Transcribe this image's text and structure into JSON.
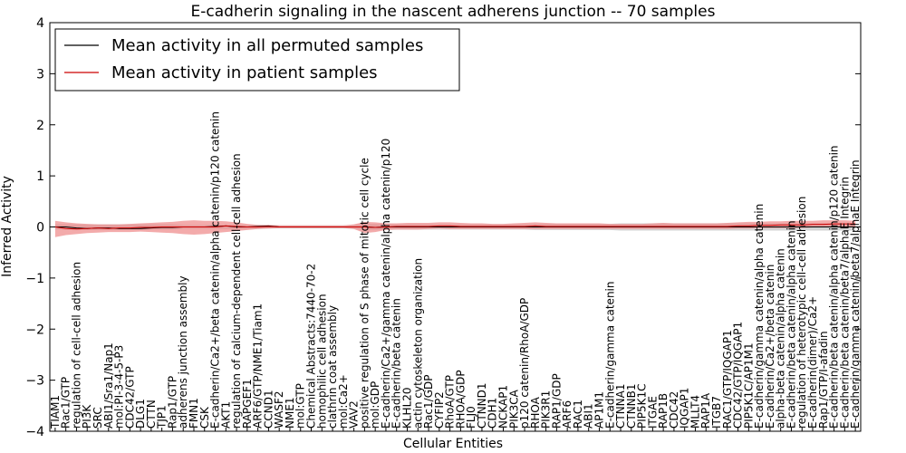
{
  "chart_data": {
    "type": "line",
    "title": "E-cadherin signaling in the nascent adherens junction -- 70 samples",
    "xlabel": "Cellular Entities",
    "ylabel": "Inferred Activity",
    "ylim": [
      -4,
      4
    ],
    "yticks": [
      "4",
      "3",
      "2",
      "1",
      "0",
      "−1",
      "−2",
      "−3",
      "−4"
    ],
    "grid": false,
    "legend": {
      "placement": "top-left"
    },
    "categories": [
      "TIAM1",
      "Rac1/GTP",
      "regulation of cell-cell adhesion",
      "PI3K",
      "SRC",
      "ABI1/Sra1/Nap1",
      "mol:PI-3-4-5-P3",
      "CDC42/GTP",
      "DLG1",
      "CTTN",
      "TJP1",
      "Rap1/GTP",
      "adherens junction assembly",
      "FMN1",
      "CSK",
      "E-cadherin/Ca2+/beta catenin/alpha catenin/p120 catenin",
      "AKT1",
      "regulation of calcium-dependent cell-cell adhesion",
      "RAPGEF1",
      "ARF6/GTP/NME1/Tiam1",
      "CCND1",
      "WASF2",
      "NME1",
      "mol:GTP",
      "Chemical Abstracts:7440-70-2",
      "homophilic cell adhesion",
      "clathrin coat assembly",
      "mol:Ca2+",
      "VAV2",
      "positive regulation of S phase of mitotic cell cycle",
      "mol:GDP",
      "E-cadherin/Ca2+/gamma catenin/alpha catenin/p120",
      "E-cadherin/beta catenin",
      "KLHL20",
      "actin cytoskeleton organization",
      "Rac1/GDP",
      "CYFIP2",
      "RhoA/GTP",
      "RHOA/GDP",
      "FLJ0",
      "CTNND1",
      "CDH1",
      "NCKAP1",
      "PIK3CA",
      "p120 catenin/RhoA/GDP",
      "RHOA",
      "PIK3R1",
      "RAP1/GDP",
      "ARF6",
      "RAC1",
      "ABI1",
      "AP1M1",
      "E-cadherin/gamma catenin",
      "CTNNA1",
      "CTNNB1",
      "PIP5K1C",
      "ITGAE",
      "RAP1B",
      "CDC42",
      "IQGAP1",
      "MLLT4",
      "RAP1A",
      "ITGB7",
      "RAC1/GTP/IQGAP1",
      "CDC42/GTP/IQGAP1",
      "PIP5K1C/AP1M1",
      "E-cadherin/gamma catenin/alpha catenin",
      "E-cadherin/Ca2+/beta catenin",
      "alpha-beta catenin/alpha catenin",
      "E-cadherin/beta catenin/alpha catenin",
      "regulation of heterotypic cell-cell adhesion",
      "E-cadherin(dimer)/Ca2+",
      "Rap1/GTP/I-afadin",
      "E-cadherin/beta catenin/alpha catenin/p120 catenin",
      "E-cadherin/beta catenin/beta7/alphaE Integrin",
      "E-cadherin/gamma catenin/beta7/alphaE Integrin"
    ],
    "series": [
      {
        "name": "Mean activity in all permuted samples",
        "color": "#000000",
        "values": [
          0,
          0,
          -0.02,
          -0.03,
          -0.02,
          -0.02,
          -0.03,
          -0.03,
          -0.03,
          -0.02,
          -0.01,
          -0.01,
          0,
          0,
          0,
          0.01,
          0.02,
          0,
          0,
          0.01,
          0.02,
          0,
          0,
          0,
          0,
          0,
          0,
          0,
          0,
          0,
          -0.01,
          0,
          0,
          0,
          0,
          0,
          0,
          0,
          0,
          0,
          0,
          0,
          0,
          0,
          0,
          0,
          0,
          0,
          0,
          0,
          0,
          0,
          0,
          0,
          0,
          0,
          0,
          0,
          0,
          0,
          0,
          0,
          0,
          0,
          0,
          0,
          0,
          0,
          0,
          0,
          0,
          0,
          0,
          0,
          0,
          0
        ],
        "band": {
          "color": "#b0b0b0",
          "lower": [
            -0.05,
            -0.05,
            -0.06,
            -0.06,
            -0.06,
            -0.06,
            -0.06,
            -0.06,
            -0.06,
            -0.05,
            -0.05,
            -0.05,
            -0.04,
            -0.04,
            -0.04,
            -0.04,
            -0.04,
            -0.04,
            -0.04,
            -0.04,
            -0.03,
            -0.03,
            -0.03,
            -0.03,
            -0.03,
            -0.03,
            -0.03,
            -0.03,
            -0.04,
            -0.06,
            -0.06,
            -0.05,
            -0.05,
            -0.05,
            -0.05,
            -0.05,
            -0.05,
            -0.05,
            -0.05,
            -0.05,
            -0.05,
            -0.05,
            -0.05,
            -0.05,
            -0.05,
            -0.06,
            -0.06,
            -0.06,
            -0.06,
            -0.06,
            -0.06,
            -0.06,
            -0.06,
            -0.07,
            -0.07,
            -0.07,
            -0.07,
            -0.07,
            -0.07,
            -0.07,
            -0.07,
            -0.07,
            -0.07,
            -0.07,
            -0.07,
            -0.07,
            -0.07,
            -0.07,
            -0.07,
            -0.07,
            -0.07,
            -0.07,
            -0.07,
            -0.07,
            -0.07,
            -0.07
          ],
          "upper": [
            0.05,
            0.05,
            0.05,
            0.05,
            0.05,
            0.05,
            0.05,
            0.05,
            0.05,
            0.05,
            0.05,
            0.05,
            0.04,
            0.04,
            0.04,
            0.04,
            0.04,
            0.04,
            0.04,
            0.04,
            0.03,
            0.03,
            0.03,
            0.03,
            0.03,
            0.03,
            0.03,
            0.03,
            0.04,
            0.06,
            0.06,
            0.05,
            0.05,
            0.05,
            0.05,
            0.05,
            0.05,
            0.05,
            0.05,
            0.05,
            0.05,
            0.05,
            0.05,
            0.05,
            0.05,
            0.06,
            0.06,
            0.06,
            0.06,
            0.06,
            0.06,
            0.06,
            0.06,
            0.07,
            0.07,
            0.07,
            0.07,
            0.07,
            0.07,
            0.07,
            0.07,
            0.07,
            0.07,
            0.07,
            0.07,
            0.07,
            0.07,
            0.07,
            0.07,
            0.07,
            0.07,
            0.07,
            0.07,
            0.07,
            0.07,
            0.07
          ]
        }
      },
      {
        "name": "Mean activity in patient samples",
        "color": "#cc0000",
        "values": [
          0,
          -0.03,
          -0.04,
          -0.03,
          -0.02,
          -0.03,
          -0.02,
          -0.02,
          -0.01,
          -0.01,
          0,
          0,
          0,
          0,
          0,
          0,
          0.02,
          0.01,
          0,
          0,
          0.01,
          0,
          0,
          0,
          0,
          0,
          0,
          0,
          0,
          0,
          -0.01,
          0,
          0.01,
          0.01,
          0.01,
          0.01,
          0.02,
          0.02,
          0.01,
          0.01,
          0.01,
          0.01,
          0.01,
          0.01,
          0.01,
          0.02,
          0.01,
          0.01,
          0.01,
          0.01,
          0.01,
          0.01,
          0.01,
          0.01,
          0.01,
          0.01,
          0.01,
          0.01,
          0.01,
          0.01,
          0.01,
          0.01,
          0.01,
          0.01,
          0.02,
          0.02,
          0.03,
          0.03,
          0.04,
          0.04,
          0.04,
          0.05,
          0.05,
          0.06,
          0.06,
          0.06
        ],
        "band": {
          "color": "#ee8888",
          "lower": [
            -0.2,
            -0.16,
            -0.14,
            -0.12,
            -0.11,
            -0.1,
            -0.1,
            -0.1,
            -0.09,
            -0.1,
            -0.11,
            -0.12,
            -0.14,
            -0.15,
            -0.14,
            -0.12,
            -0.1,
            -0.08,
            -0.06,
            -0.04,
            -0.03,
            -0.02,
            -0.02,
            -0.02,
            -0.02,
            -0.02,
            -0.02,
            -0.02,
            -0.04,
            -0.12,
            -0.1,
            -0.06,
            -0.05,
            -0.05,
            -0.05,
            -0.04,
            -0.03,
            -0.04,
            -0.04,
            -0.04,
            -0.04,
            -0.04,
            -0.04,
            -0.04,
            -0.04,
            -0.04,
            -0.04,
            -0.04,
            -0.04,
            -0.04,
            -0.04,
            -0.04,
            -0.04,
            -0.04,
            -0.04,
            -0.04,
            -0.04,
            -0.04,
            -0.04,
            -0.04,
            -0.04,
            -0.04,
            -0.04,
            -0.04,
            -0.03,
            -0.03,
            -0.02,
            -0.02,
            -0.02,
            -0.02,
            -0.02,
            -0.01,
            -0.01,
            0,
            0,
            0
          ],
          "upper": [
            0.12,
            0.09,
            0.07,
            0.06,
            0.05,
            0.05,
            0.05,
            0.06,
            0.07,
            0.08,
            0.09,
            0.1,
            0.12,
            0.13,
            0.12,
            0.12,
            0.11,
            0.09,
            0.06,
            0.04,
            0.04,
            0.03,
            0.03,
            0.03,
            0.03,
            0.03,
            0.03,
            0.03,
            0.05,
            0.1,
            0.09,
            0.07,
            0.07,
            0.08,
            0.08,
            0.08,
            0.09,
            0.09,
            0.08,
            0.07,
            0.07,
            0.06,
            0.06,
            0.07,
            0.08,
            0.09,
            0.08,
            0.07,
            0.07,
            0.07,
            0.07,
            0.07,
            0.06,
            0.06,
            0.06,
            0.06,
            0.07,
            0.08,
            0.07,
            0.07,
            0.07,
            0.07,
            0.07,
            0.08,
            0.09,
            0.1,
            0.1,
            0.11,
            0.11,
            0.12,
            0.12,
            0.12,
            0.13,
            0.13,
            0.13,
            0.12
          ]
        }
      }
    ]
  }
}
